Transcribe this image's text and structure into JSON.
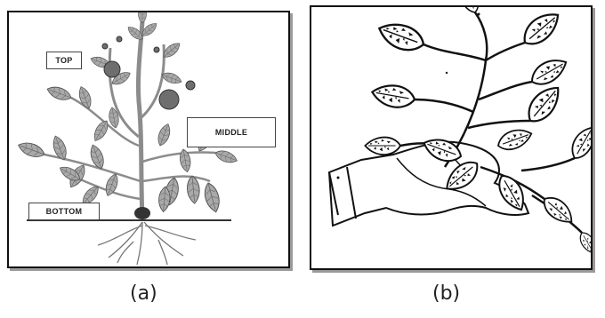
{
  "panel_a": {
    "labels": {
      "top": "TOP",
      "middle": "MIDDLE",
      "bottom": "BOTTOM"
    },
    "caption": "(a)"
  },
  "panel_b": {
    "caption": "(b)"
  }
}
